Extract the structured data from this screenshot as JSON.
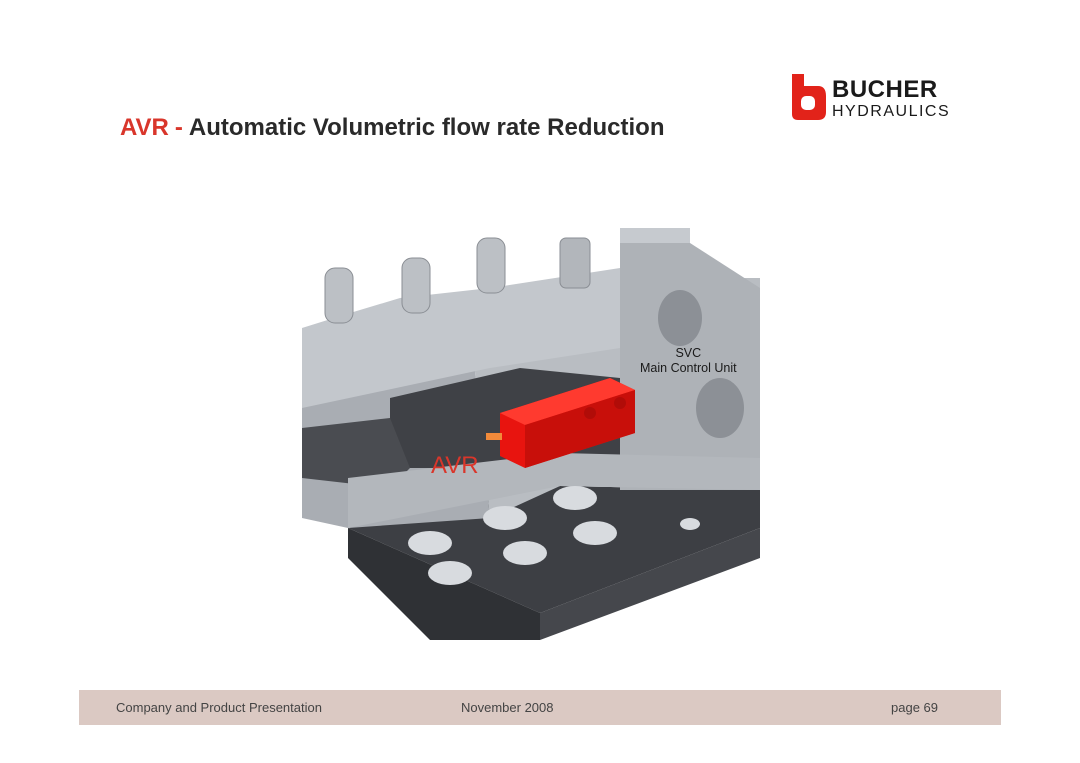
{
  "header": {
    "title_abbr": "AVR",
    "title_dash": "-",
    "title_text": "Automatic Volumetric flow rate Reduction"
  },
  "logo": {
    "brand": "BUCHER",
    "sub": "HYDRAULICS",
    "color": "#e2231a"
  },
  "figure": {
    "label_svc_line1": "SVC",
    "label_svc_line2": "Main Control Unit",
    "label_avr": "AVR",
    "accent_color": "#e8140f"
  },
  "footer": {
    "left": "Company and Product Presentation",
    "center": "November 2008",
    "right": "page 69",
    "bg": "#dbc9c3"
  }
}
